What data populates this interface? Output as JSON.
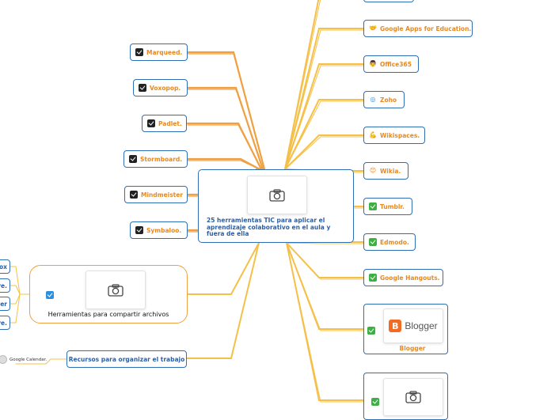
{
  "center": {
    "title": "25 herramientas TIC para aplicar el aprendizaje colaborativo en el aula y fuera de ella",
    "image_icon": "camera-icon"
  },
  "left_items": [
    "Marqueed.",
    "Voxopop.",
    "Padlet.",
    "Stormboard.",
    "Mindmeister",
    "Symbaloo."
  ],
  "right_items": [
    {
      "label": "Google Apps for Education.",
      "icon": "hand-icon"
    },
    {
      "label": "Office365",
      "icon": "person-icon"
    },
    {
      "label": "Zoho",
      "icon": "check-circle-icon"
    },
    {
      "label": "Wikispaces.",
      "icon": "arm-icon"
    },
    {
      "label": "Wikia.",
      "icon": "face-icon"
    },
    {
      "label": "Tumblr.",
      "icon": "green-check-icon"
    },
    {
      "label": "Edmodo.",
      "icon": "green-check-icon"
    },
    {
      "label": "Google Hangouts.",
      "icon": "green-check-icon"
    }
  ],
  "blogger": {
    "label": "Blogger",
    "logo_text": "Blogger"
  },
  "files_group": {
    "title": "Herramientas para compartir archivos",
    "leaf_items": [
      "ox",
      "re.",
      "Fer",
      "re."
    ]
  },
  "organize": {
    "title": "Recursos para organizar el trabajo",
    "leaf": "Google Calendar."
  },
  "colors": {
    "blue": "#2f6fb5",
    "orange": "#e8891f",
    "line": "#f5c04a",
    "line_left": "#f0a040"
  }
}
